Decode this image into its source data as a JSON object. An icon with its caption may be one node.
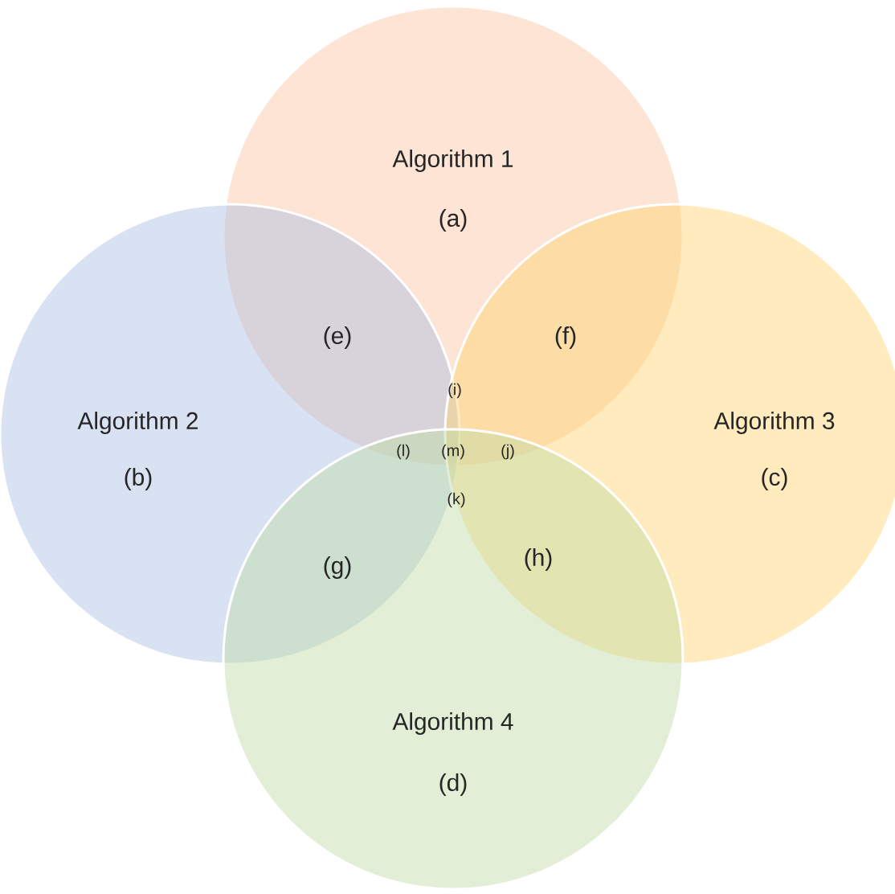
{
  "diagram": {
    "nodes": [
      {
        "text": [
          "Algorithm 1",
          "(a)"
        ]
      },
      {
        "text": [
          "Algorithm 2",
          "(b)"
        ]
      },
      {
        "text": [
          "Algorithm 3",
          "(c)"
        ]
      },
      {
        "text": [
          "Algorithm 4",
          "(d)"
        ]
      }
    ],
    "labels": [
      "(e)",
      "(f)",
      "(i)",
      "(l)",
      "(m)",
      "(j)",
      "(k)",
      "(g)",
      "(h)"
    ]
  }
}
